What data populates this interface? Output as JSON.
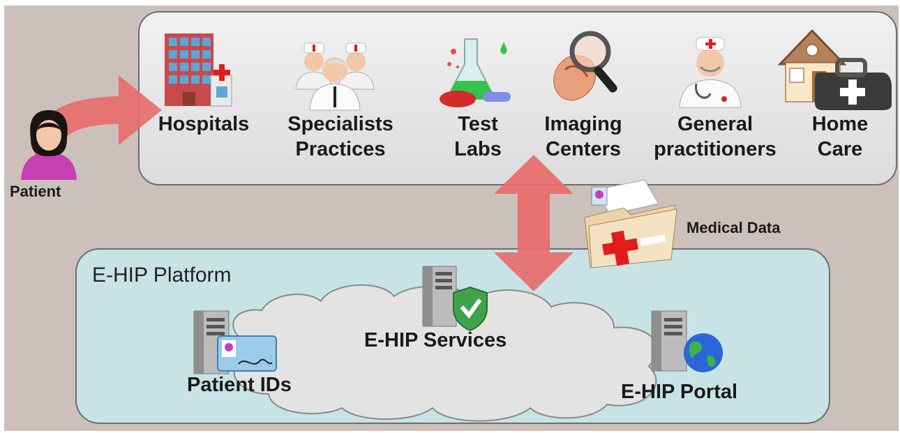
{
  "patient": {
    "label": "Patient"
  },
  "providers": [
    {
      "label": "Hospitals",
      "icon": "hospital-icon"
    },
    {
      "label": "Specialists\nPractices",
      "icon": "specialists-icon"
    },
    {
      "label": "Test\nLabs",
      "icon": "test-lab-icon"
    },
    {
      "label": "Imaging\nCenters",
      "icon": "imaging-icon"
    },
    {
      "label": "General\npractitioners",
      "icon": "doctor-icon"
    },
    {
      "label": "Home\nCare",
      "icon": "home-care-icon"
    }
  ],
  "medical_data": {
    "label": "Medical Data",
    "icon": "medical-folder-icon"
  },
  "platform": {
    "title": "E-HIP Platform",
    "services": "E-HIP Services",
    "patient_ids": "Patient IDs",
    "portal": "E-HIP Portal"
  },
  "colors": {
    "arrow": "#e86b6b",
    "platform_bg": "#c7e3e5",
    "providers_bg": "#e8e8e8"
  }
}
